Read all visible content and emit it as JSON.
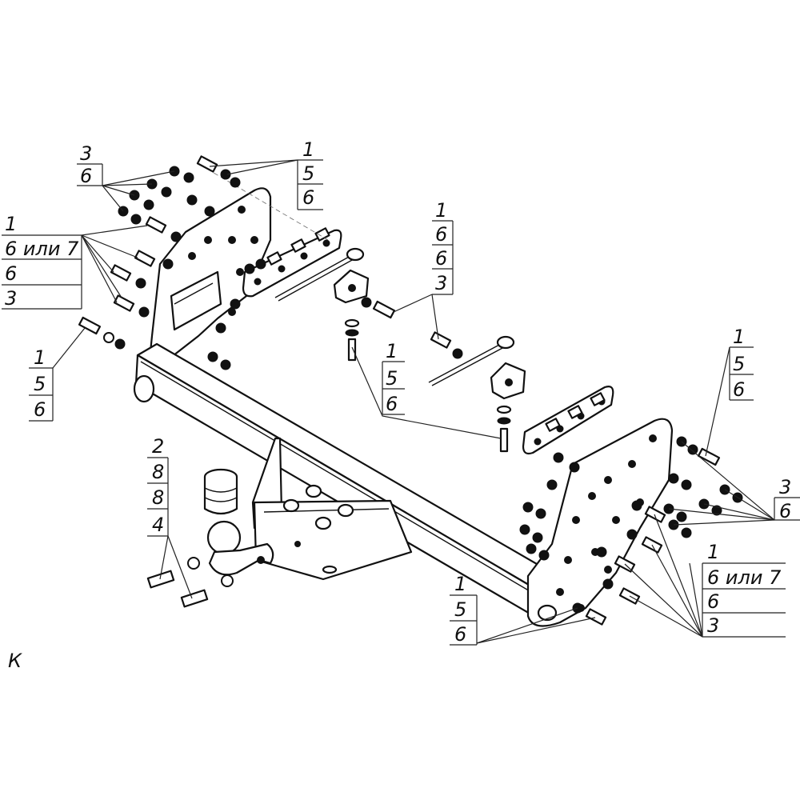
{
  "diagram": {
    "title": "Tow hitch exploded assembly view",
    "callouts": [
      {
        "id": "c1",
        "lines": [
          "3",
          "6"
        ]
      },
      {
        "id": "c2",
        "lines": [
          "1",
          "5",
          "6"
        ]
      },
      {
        "id": "c3",
        "lines": [
          "1",
          "6 или 7",
          "6",
          "3"
        ]
      },
      {
        "id": "c4",
        "lines": [
          "1",
          "5",
          "6"
        ]
      },
      {
        "id": "c5",
        "lines": [
          "1",
          "6",
          "6",
          "3"
        ]
      },
      {
        "id": "c6",
        "lines": [
          "1",
          "5",
          "6"
        ]
      },
      {
        "id": "c7",
        "lines": [
          "1",
          "5",
          "6"
        ]
      },
      {
        "id": "c8",
        "lines": [
          "2",
          "8",
          "8",
          "4"
        ]
      },
      {
        "id": "c9",
        "lines": [
          "3",
          "6"
        ]
      },
      {
        "id": "c10",
        "lines": [
          "1",
          "6 или 7",
          "6",
          "3"
        ]
      },
      {
        "id": "c11",
        "lines": [
          "1",
          "5",
          "6"
        ]
      }
    ],
    "corner_mark": "К"
  }
}
